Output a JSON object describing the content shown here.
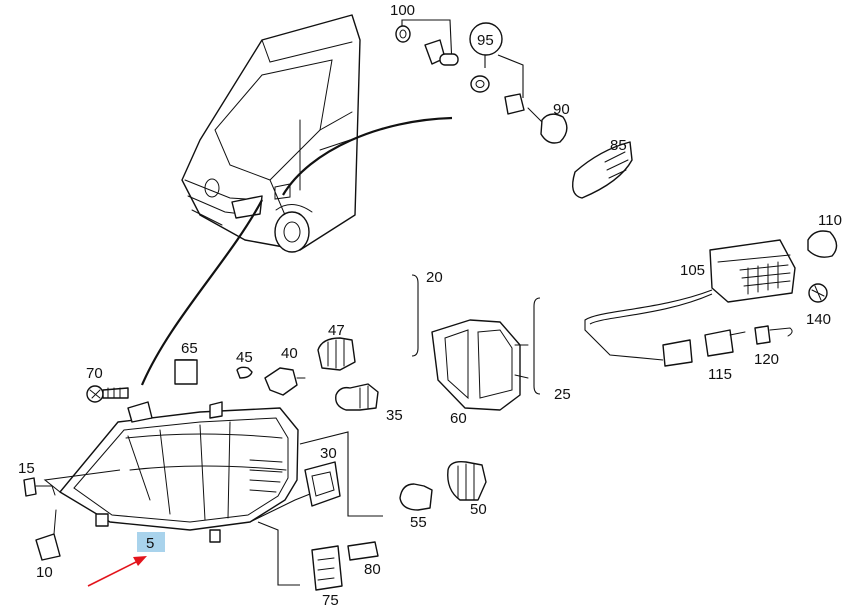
{
  "labels": {
    "p5": "5",
    "p10": "10",
    "p15": "15",
    "p20": "20",
    "p25": "25",
    "p30": "30",
    "p35": "35",
    "p40": "40",
    "p45": "45",
    "p47": "47",
    "p50": "50",
    "p55": "55",
    "p60": "60",
    "p65": "65",
    "p70": "70",
    "p75": "75",
    "p80": "80",
    "p85": "85",
    "p90": "90",
    "p95": "95",
    "p100": "100",
    "p105": "105",
    "p110": "110",
    "p115": "115",
    "p120": "120",
    "p140": "140"
  },
  "highlight": {
    "part": "5",
    "color": "#a9d3ec",
    "arrow_color": "#e3141c"
  }
}
